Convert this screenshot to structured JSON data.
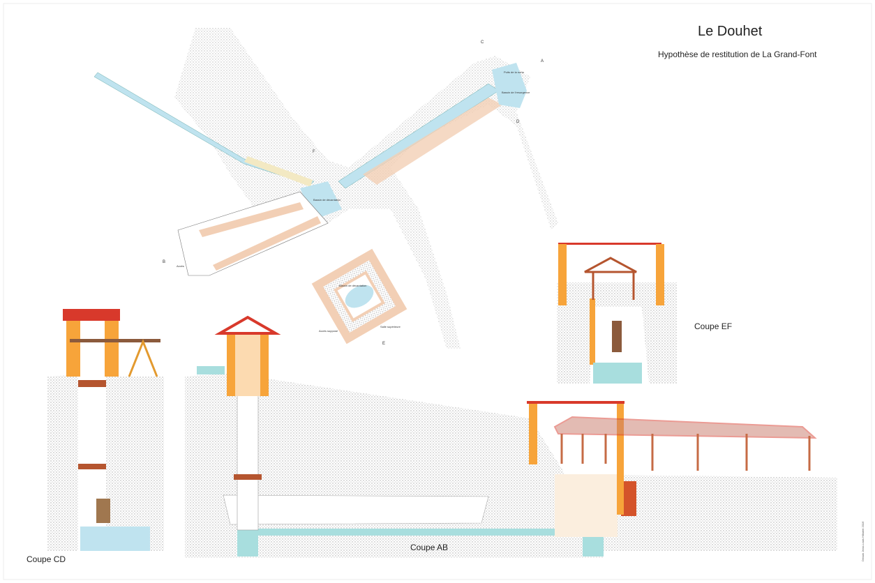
{
  "header": {
    "title": "Le Douhet",
    "subtitle": "Hypothèse de restitution de La Grand-Font"
  },
  "sections": {
    "cd": "Coupe CD",
    "ab": "Coupe AB",
    "ef": "Coupe EF"
  },
  "plan_labels": {
    "puits": "Puits de la noria",
    "bassin_resurgence": "Bassin de l'resurgence",
    "bassin_decantation": "Bassin de décantation",
    "acces": "Accès",
    "acces_suppose": "Accès supposé",
    "salle_superieure": "Salle supérieure",
    "section_a": "A",
    "section_b": "B",
    "section_c": "C",
    "section_d": "D",
    "section_e": "E",
    "section_f": "F"
  },
  "credit": "Dessin Jean-Louis Hillairet 2016",
  "colors": {
    "water": "#bfe3ef",
    "masonry": "#f2cfb5",
    "pillar": "#f7a43a",
    "roof": "#d8392b",
    "timber": "#b5552f",
    "rock": "#cfcfcf"
  }
}
